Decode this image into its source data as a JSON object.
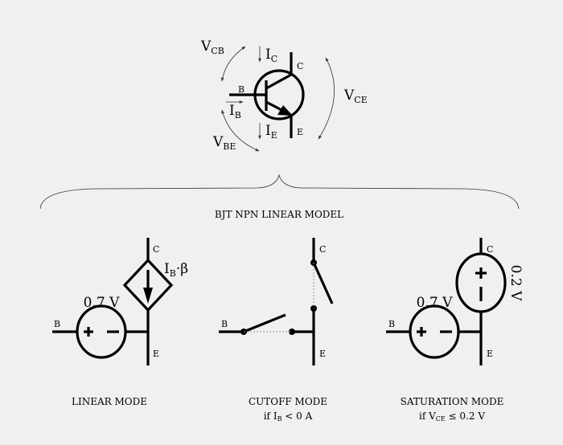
{
  "transistor": {
    "terminals": {
      "base": "B",
      "collector": "C",
      "emitter": "E"
    },
    "currents": {
      "ic": "I",
      "ic_sub": "C",
      "ib": "I",
      "ib_sub": "B",
      "ie": "I",
      "ie_sub": "E"
    },
    "voltages": {
      "vcb": "V",
      "vcb_sub": "CB",
      "vce": "V",
      "vce_sub": "CE",
      "vbe": "V",
      "vbe_sub": "BE"
    }
  },
  "model_title": "BJT NPN LINEAR MODEL",
  "linear": {
    "b": "B",
    "c": "C",
    "e": "E",
    "vsource": "0.7 V",
    "cs_i": "I",
    "cs_sub": "B",
    "cs_beta": "·β",
    "title": "LINEAR MODE"
  },
  "cutoff": {
    "b": "B",
    "c": "C",
    "e": "E",
    "title": "CUTOFF MODE",
    "cond_pre": "if I",
    "cond_sub": "B",
    "cond_post": " < 0 A"
  },
  "saturation": {
    "b": "B",
    "c": "C",
    "e": "E",
    "vbe": "0.7 V",
    "vce": "0.2 V",
    "title": "SATURATION MODE",
    "cond_pre": "if V",
    "cond_sub": "CE",
    "cond_post": " ≤ 0.2 V"
  }
}
